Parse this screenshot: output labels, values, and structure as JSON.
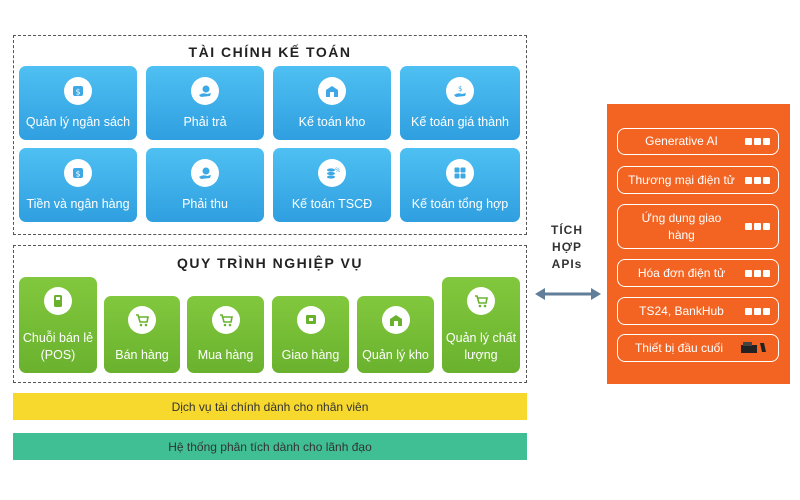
{
  "finance": {
    "title": "TÀI CHÍNH KẾ TOÁN",
    "tiles": [
      {
        "label": "Quản lý ngân sách",
        "icon": "budget-icon"
      },
      {
        "label": "Phải trả",
        "icon": "payable-icon"
      },
      {
        "label": "Kế toán kho",
        "icon": "warehouse-icon"
      },
      {
        "label": "Kế toán giá thành",
        "icon": "cost-icon"
      },
      {
        "label": "Tiền và ngân hàng",
        "icon": "bank-icon"
      },
      {
        "label": "Phải thu",
        "icon": "receivable-icon"
      },
      {
        "label": "Kế toán TSCĐ",
        "icon": "fixed-assets-icon"
      },
      {
        "label": "Kế toán tổng hợp",
        "icon": "general-ledger-icon"
      }
    ]
  },
  "operations": {
    "title": "QUY TRÌNH NGHIỆP VỤ",
    "tiles": [
      {
        "label": "Chuỗi bán lẻ (POS)",
        "icon": "pos-icon"
      },
      {
        "label": "Bán hàng",
        "icon": "sales-cart-icon"
      },
      {
        "label": "Mua hàng",
        "icon": "purchase-cart-icon"
      },
      {
        "label": "Giao hàng",
        "icon": "delivery-icon"
      },
      {
        "label": "Quản lý kho",
        "icon": "inventory-icon"
      },
      {
        "label": "Quản lý chất lượng",
        "icon": "quality-icon"
      }
    ]
  },
  "bars": {
    "employee": "Dịch vụ tài chính dành cho nhân viên",
    "leadership": "Hệ thống phân tích dành cho lãnh đạo"
  },
  "integration": {
    "line1": "TÍCH",
    "line2": "HỢP",
    "line3": "APIs"
  },
  "apis": [
    {
      "label": "Generative AI"
    },
    {
      "label": "Thương mại điện tử"
    },
    {
      "label": "Ứng dụng giao hàng"
    },
    {
      "label": "Hóa đơn điện tử"
    },
    {
      "label": "TS24, BankHub"
    },
    {
      "label": "Thiết bị đầu cuối"
    }
  ],
  "colors": {
    "finance_tile": "#3daeea",
    "operations_tile": "#72b834",
    "employee_bar": "#f7d82c",
    "leadership_bar": "#3fbf93",
    "api_panel": "#f36422",
    "arrow": "#607d99"
  }
}
